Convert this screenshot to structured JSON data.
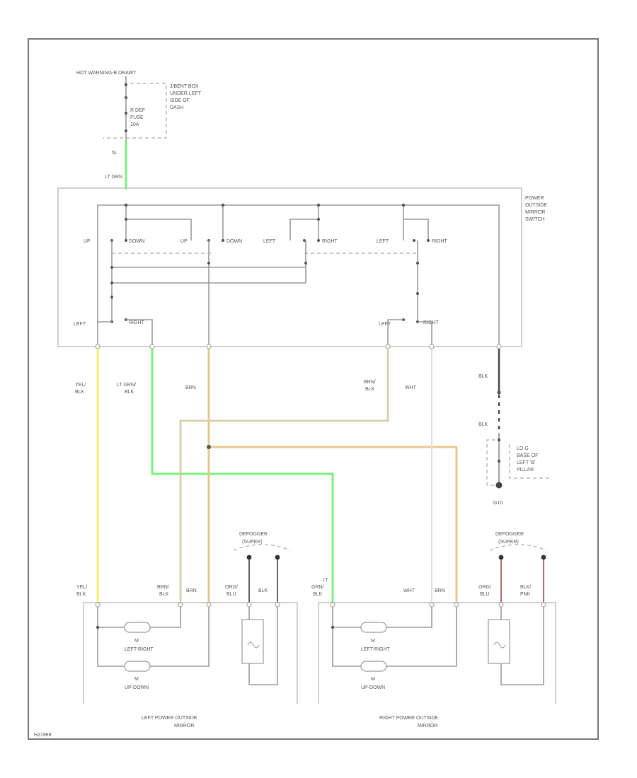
{
  "header": {
    "hot_label": "HOT WARNING-B DRAWT"
  },
  "junction_box": {
    "label_lines": [
      "J/BENT BOX",
      "UNDER LEFT",
      "SIDE OF",
      "DASH"
    ],
    "fuse_lines": [
      "R DEF",
      "FUSE",
      "10A"
    ]
  },
  "wires": {
    "top_code": "5L",
    "top_color": "LT GRN",
    "yel_blk": [
      "YEL/",
      "BLK"
    ],
    "lt_grn_blk": [
      "LT GRN/",
      "BLK"
    ],
    "brn": "BRN",
    "brn_blk": [
      "BRN/",
      "BLK"
    ],
    "wht": "WHT",
    "blk_upper": "BLK",
    "blk_lower": "BLK"
  },
  "switch": {
    "title_lines": [
      "POWER",
      "OUTSIDE",
      "MIRROR",
      "SWITCH"
    ],
    "row1": [
      "UP",
      "DOWN",
      "UP",
      "DOWN",
      "LEFT",
      "RIGHT",
      "LEFT",
      "RIGHT"
    ],
    "row2": [
      "LEFT",
      "RIGHT",
      "LEFT",
      "RIGHT"
    ]
  },
  "ground": {
    "label_lines": [
      "LO G",
      "BASE OF",
      "LEFT 'B'",
      "PILLAR"
    ],
    "id": "G10"
  },
  "defogger": {
    "title_lines": [
      "DEFOGGER",
      "(SUPER)"
    ]
  },
  "left_mirror": {
    "wires": {
      "yel": [
        "YEL/",
        "BLK"
      ],
      "brn_blk": [
        "BRN/",
        "BLK"
      ],
      "brn": "BRN",
      "org_blu": [
        "ORG/",
        "BLU"
      ],
      "blk": "BLK"
    },
    "motor1": [
      "M",
      "LEFT-RIGHT"
    ],
    "motor2": [
      "M",
      "UP-DOWN"
    ],
    "title_lines": [
      "LEFT POWER OUTSIDE",
      "MIRROR"
    ]
  },
  "right_mirror": {
    "wires": {
      "lt_grn": [
        "LT",
        "GRN/",
        "BLK"
      ],
      "wht": "WHT",
      "brn": "BRN",
      "org_blu": [
        "ORG/",
        "BLU"
      ],
      "blk_pnk": [
        "BLK/",
        "PNK"
      ]
    },
    "motor1": [
      "M",
      "LEFT-RIGHT"
    ],
    "motor2": [
      "M",
      "UP-DOWN"
    ],
    "title_lines": [
      "RIGHT POWER OUTSIDE",
      "MIRROR"
    ]
  },
  "footer": {
    "code": "H21989"
  },
  "colors": {
    "lt_grn": "#7cf07c",
    "yel": "#f2f26a",
    "brn": "#e6c88c",
    "brn_dark": "#d8cca8",
    "wht": "#dddddd",
    "blk": "#444444",
    "pnk": "#e07a7a"
  }
}
